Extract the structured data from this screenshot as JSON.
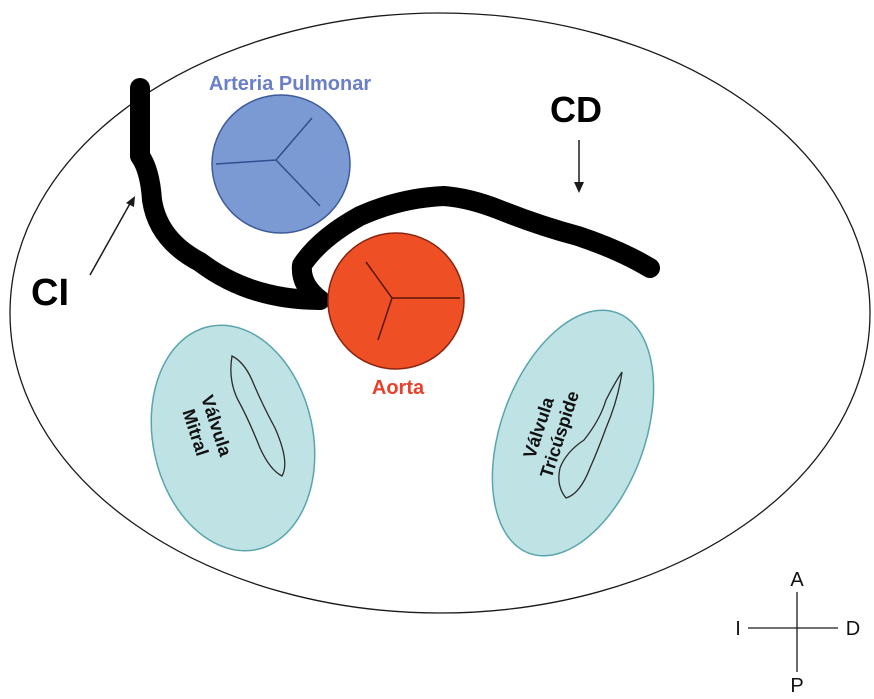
{
  "labels": {
    "pulmonary_artery": "Arteria Pulmonar",
    "aorta": "Aorta",
    "right_coronary": "CD",
    "left_coronary": "CI",
    "mitral_line1": "Válvula",
    "mitral_line2": "Mitral",
    "tricuspid_line1": "Válvula",
    "tricuspid_line2": "Tricúspide"
  },
  "orientation": {
    "anterior": "A",
    "posterior": "P",
    "left": "I",
    "right": "D"
  },
  "colors": {
    "pulmonary_fill": "#7b9ad4",
    "pulmonary_text": "#6a7fc8",
    "aorta_fill": "#ef4f24",
    "aorta_text": "#e8402a",
    "valve_fill": "#bfe2e4",
    "coronary": "#000000"
  }
}
